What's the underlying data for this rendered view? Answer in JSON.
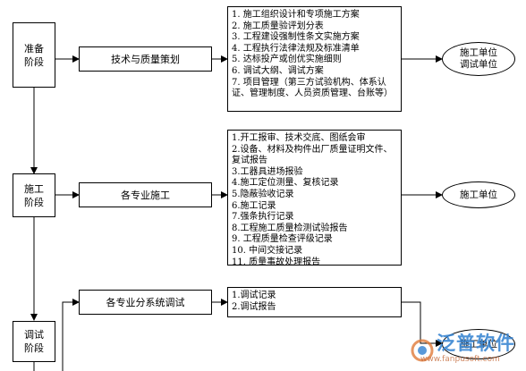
{
  "stages": [
    {
      "name": "准备\n阶段"
    },
    {
      "name": "施工\n阶段"
    },
    {
      "name": "调试\n阶段"
    }
  ],
  "processes": [
    {
      "label": "技术与质量策划"
    },
    {
      "label": "各专业施工"
    },
    {
      "label": "各专业分系统调试"
    }
  ],
  "lists": [
    {
      "items": [
        "1. 施工组织设计和专项施工方案",
        "2. 施工质量验评划分表",
        "3. 工程建设强制性条文实施方案",
        "4. 工程执行法律法规及标准清单",
        "5. 达标投产或创优实施细则",
        "6. 调试大纲、调试方案",
        "7. 项目管理（第三方试验机构、体系认证、管理制度、人员资质管理、台账等）"
      ]
    },
    {
      "items": [
        "1.开工报审、技术交底、图纸会审",
        "2.设备、材料及构件出厂质量证明文件、复试报告",
        "3.工器具进场报验",
        "4.施工定位测量、复核记录",
        "5.隐蔽验收记录",
        "6.施工记录",
        "7.强条执行记录",
        "8.工程施工质量检测试验报告",
        "9. 工程质量检查评级记录",
        "10. 中间交接记录",
        "11. 质量事故处理报告"
      ]
    },
    {
      "items": [
        "1.调试记录",
        "2.调试报告"
      ]
    }
  ],
  "units": [
    {
      "label": "施工单位\n调试单位"
    },
    {
      "label": "施工单位"
    },
    {
      "label": "施工单位"
    }
  ],
  "watermark": {
    "brand": "泛普软件",
    "url": "www.fanpusoft.com"
  },
  "colors": {
    "line": "#000000",
    "brand": "#2f7fd0"
  }
}
